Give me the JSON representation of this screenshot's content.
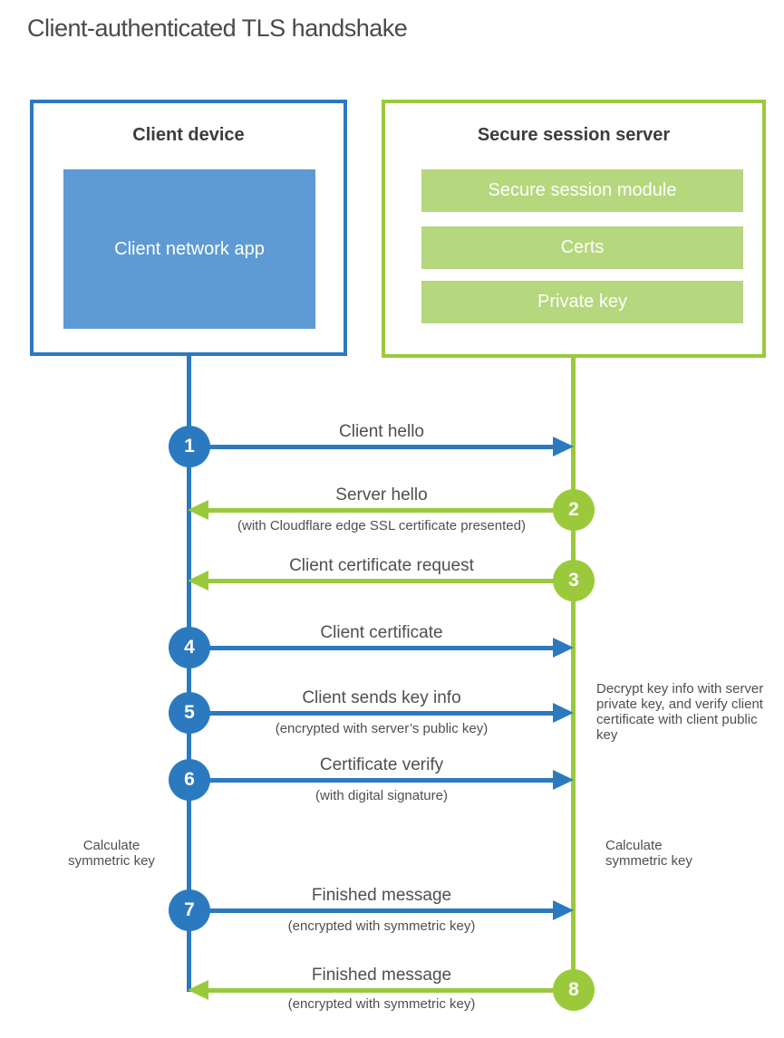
{
  "page_title": "Client-authenticated TLS handshake",
  "colors": {
    "blue_accent": "#2b7ac0",
    "blue_fill": "#5e9ad3",
    "green_accent": "#9aca3b",
    "green_fill": "#b5d77d",
    "text_gray": "#4f4f4f",
    "text_dark": "#3c3c3c"
  },
  "client_box": {
    "title": "Client device",
    "module": "Client network app"
  },
  "server_box": {
    "title": "Secure session server",
    "modules": [
      "Secure session module",
      "Certs",
      "Private key"
    ]
  },
  "steps": [
    {
      "num": "1",
      "label": "Client hello",
      "sublabel": "",
      "direction": "right",
      "actor": "client"
    },
    {
      "num": "2",
      "label": "Server hello",
      "sublabel": "(with Cloudflare edge SSL certificate presented)",
      "direction": "left",
      "actor": "server"
    },
    {
      "num": "3",
      "label": "Client certificate request",
      "sublabel": "",
      "direction": "left",
      "actor": "server"
    },
    {
      "num": "4",
      "label": "Client certificate",
      "sublabel": "",
      "direction": "right",
      "actor": "client"
    },
    {
      "num": "5",
      "label": "Client sends key info",
      "sublabel": "(encrypted with server’s public key)",
      "direction": "right",
      "actor": "client"
    },
    {
      "num": "6",
      "label": "Certificate verify",
      "sublabel": "(with digital signature)",
      "direction": "right",
      "actor": "client"
    },
    {
      "num": "7",
      "label": "Finished message",
      "sublabel": "(encrypted with symmetric key)",
      "direction": "right",
      "actor": "client"
    },
    {
      "num": "8",
      "label": "Finished message",
      "sublabel": "(encrypted with symmetric key)",
      "direction": "left",
      "actor": "server"
    }
  ],
  "annotations": {
    "decrypt_note": "Decrypt key info with server private key, and verify client certificate with client public key",
    "calc_symmetric_left": "Calculate symmetric key",
    "calc_symmetric_right": "Calculate symmetric key"
  }
}
